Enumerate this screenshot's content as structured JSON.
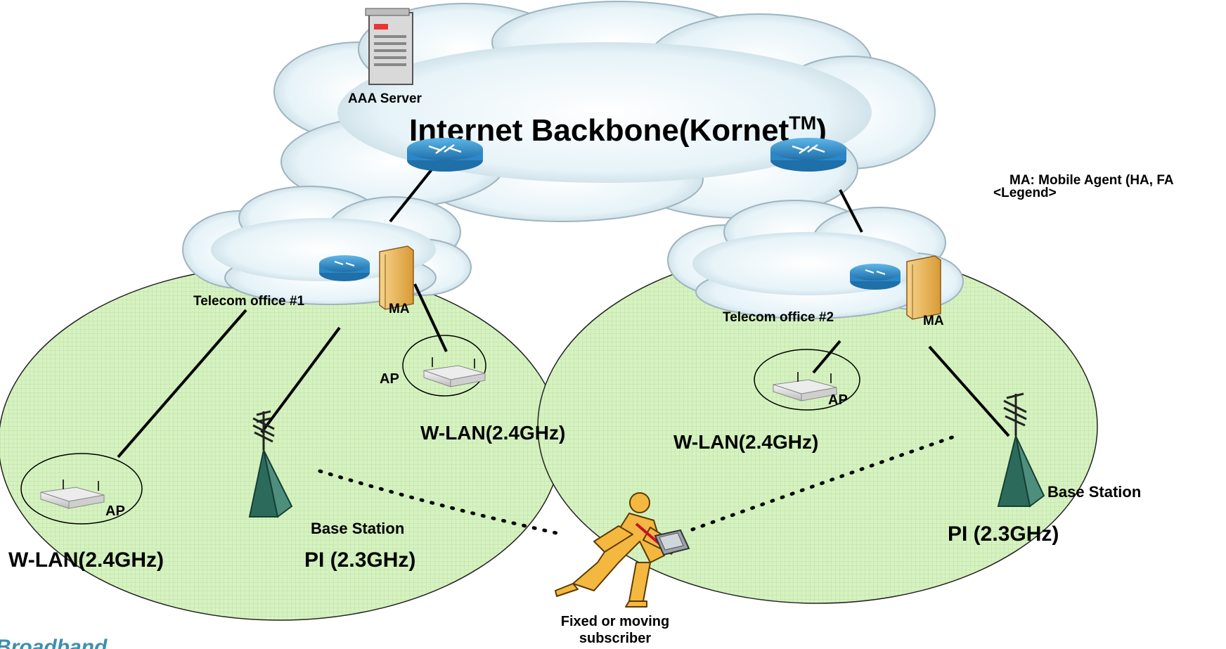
{
  "backbone": {
    "title": "Internet Backbone(Kornet",
    "title_sup": "TM",
    "title_close": ")",
    "server_label": "AAA Server"
  },
  "offices": [
    {
      "label": "Telecom office #1",
      "agent_label": "MA"
    },
    {
      "label": "Telecom office #2",
      "agent_label": "MA"
    }
  ],
  "legend": {
    "line1": "MA: Mobile Agent (HA, FA",
    "line2": "<Legend>"
  },
  "cell_left": {
    "ap_left_label": "AP",
    "ap_mid_label": "AP",
    "wlan_mid_label": "W-LAN(2.4GHz)",
    "wlan_left_label": "W-LAN(2.4GHz)",
    "base_station_label": "Base Station",
    "pi_label": "PI (2.3GHz)"
  },
  "cell_right": {
    "ap_label": "AP",
    "wlan_label": "W-LAN(2.4GHz)",
    "base_station_label": "Base Station",
    "pi_label": "PI (2.3GHz)"
  },
  "subscriber": {
    "line1": "Fixed or moving",
    "line2": "subscriber"
  },
  "footer": {
    "logo_text": "Broadband"
  },
  "colors": {
    "cloud_fill": "#dff0f6",
    "cloud_stroke": "#9fb4bf",
    "cell_fill": "#d8f3c4",
    "cell_stroke": "#222222",
    "router": "#2a88c8",
    "server": "#f2c46a",
    "tower": "#2c6b5c",
    "person": "#f4b740",
    "logo": "#3c8fb0"
  }
}
